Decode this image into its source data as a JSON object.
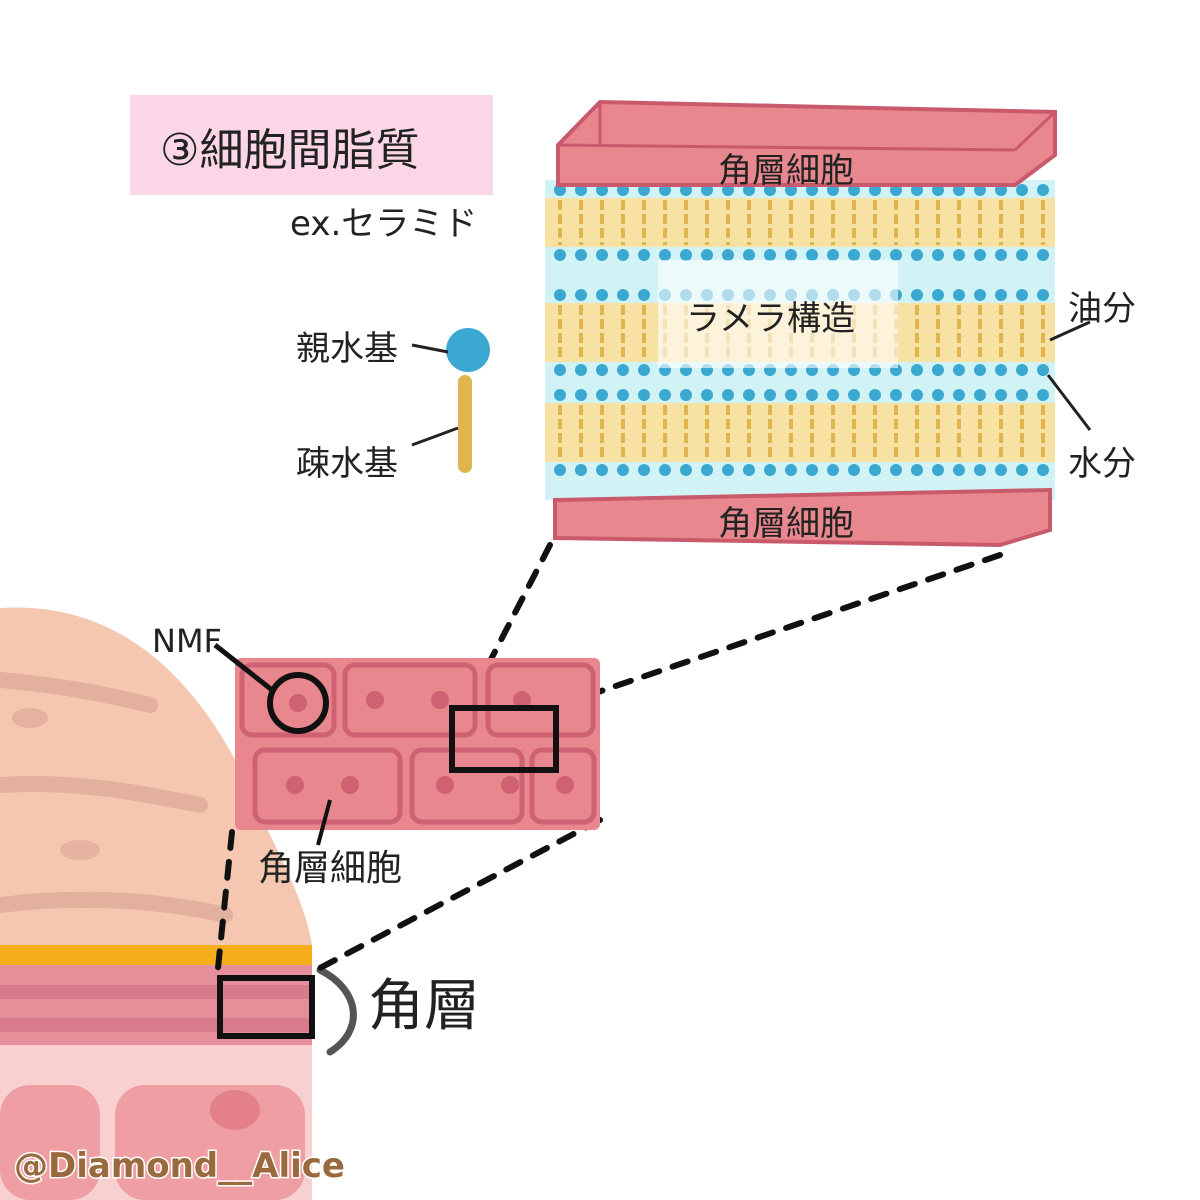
{
  "title": "③細胞間脂質",
  "example": "ex.セラミド",
  "ceramide": {
    "hydrophilic": "親水基",
    "hydrophobic": "疎水基"
  },
  "lamella": {
    "top_cell": "角層細胞",
    "bottom_cell": "角層細胞",
    "structure": "ラメラ構造",
    "oil": "油分",
    "water": "水分"
  },
  "cells": {
    "nmf": "NMF",
    "cell_label": "角層細胞"
  },
  "skin": {
    "layer_label": "角層"
  },
  "watermark": "@Diamond__Alice",
  "colors": {
    "title_bg": "#fbd6e6",
    "cell_red": "#e8878d",
    "cell_dark": "#c95a6c",
    "water": "#d2f3f6",
    "lipid": "#f7e2a3",
    "head": "#3aa8d0",
    "tail": "#e0b550",
    "skin": "#f5c6b0",
    "orange": "#f5ad1c"
  }
}
